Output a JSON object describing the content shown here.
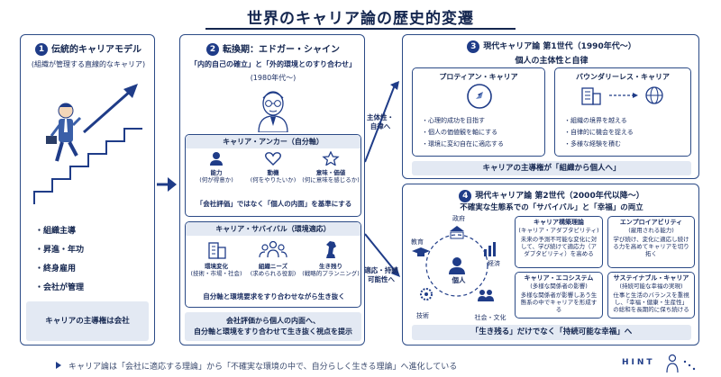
{
  "title": "世界のキャリア論の歴史的変遷",
  "panel1": {
    "num": "1",
    "heading": "伝統的キャリアモデル",
    "subheading": "(組織が管理する直線的なキャリア)",
    "bullets": [
      "・組織主導",
      "・昇進・年功",
      "・終身雇用",
      "・会社が管理"
    ],
    "footer": "キャリアの主導権は会社"
  },
  "panel2": {
    "num": "2",
    "heading": "転換期：エドガー・シャイン",
    "quote": "「内的自己の確立」と「外的環境とのすり合わせ」",
    "period": "(1980年代〜)",
    "anchor": {
      "title": "キャリア・アンカー（自分軸）",
      "items": [
        {
          "icon": "person-icon",
          "label": "能力",
          "sub": "(何が得意か)"
        },
        {
          "icon": "heart-icon",
          "label": "動機",
          "sub": "(何をやりたいか)"
        },
        {
          "icon": "star-icon",
          "label": "意味・価値",
          "sub": "(何に意味を感じるか)"
        }
      ],
      "note": "「会社評価」ではなく「個人の内面」を基準にする"
    },
    "survival": {
      "title": "キャリア・サバイバル（環境適応）",
      "items": [
        {
          "icon": "building-icon",
          "label": "環境変化",
          "sub": "(技術・市場・社会)"
        },
        {
          "icon": "group-icon",
          "label": "組織ニーズ",
          "sub": "(求められる役割)"
        },
        {
          "icon": "chess-icon",
          "label": "生き残り",
          "sub": "(戦略的プランニング)"
        }
      ],
      "note": "自分軸と環境要求をすり合わせながら生き抜く"
    },
    "footer_line1": "会社評価から個人の内面へ、",
    "footer_line2": "自分軸と環境をすり合わせて生き抜く視点を提示"
  },
  "arrows": {
    "upper": "主体性・自律へ",
    "lower": "適応・持続可能性へ"
  },
  "panel3": {
    "num": "3",
    "heading": "現代キャリア論 第1世代（1990年代〜）",
    "subheading": "個人の主体性と自律",
    "protean": {
      "title": "プロティアン・キャリア",
      "bullets": [
        "・心理的成功を目指す",
        "・個人の価値観を軸にする",
        "・環境に変幻自在に適応する"
      ]
    },
    "boundaryless": {
      "title": "バウンダリーレス・キャリア",
      "bullets": [
        "・組織の境界を越える",
        "・自律的に機会を捉える",
        "・多様な経験を積む"
      ]
    },
    "footer": "キャリアの主導権が「組織から個人へ」"
  },
  "panel4": {
    "num": "4",
    "heading": "現代キャリア論 第2世代（2000年代以降〜）",
    "subheading": "不確実な生態系での「サバイバル」と「幸福」の両立",
    "ecosystem": {
      "center": "個人",
      "nodes": [
        "政府",
        "経済",
        "社会・文化",
        "技術",
        "教育"
      ]
    },
    "boxes": [
      {
        "title": "キャリア構築理論",
        "sub": "(キャリア・アダプタビリティ)",
        "body": "未来の予測不可能な変化に対して、学び続けて適応力（アダプタビリティ）を高める"
      },
      {
        "title": "エンプロイアビリティ",
        "sub": "(雇用される能力)",
        "body": "学び続け、変化に適応し続ける力を高めてキャリアを切り拓く"
      },
      {
        "title": "キャリア・エコシステム",
        "sub": "(多様な関係者の影響)",
        "body": "多様な関係者が影響しあう生態系の中でキャリアを形成する"
      },
      {
        "title": "サステイナブル・キャリア",
        "sub": "(持続可能な幸福の実現)",
        "body": "仕事と生活のバランスを重視し、「幸福・健康・生産性」の総和を長期的に保ち続ける"
      }
    ],
    "footer": "「生き残る」だけでなく「持続可能な幸福」へ"
  },
  "bottom_note": "キャリア論は「会社に適応する理論」から「不確実な環境の中で、自分らしく生きる理論」へ進化している",
  "logo": "HINT"
}
